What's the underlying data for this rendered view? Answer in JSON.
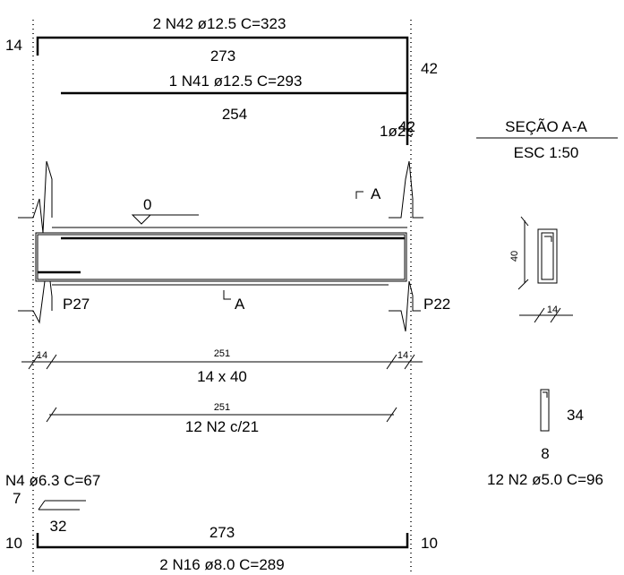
{
  "top_bar": {
    "label": "2 N42 ø12.5  C=323",
    "length": "273",
    "left_hook": "14",
    "right_hook": "42"
  },
  "mid_bar": {
    "label": "1 N41 ø12.5  C=293",
    "length": "254",
    "right_hook": "42",
    "marker": "1ø2c"
  },
  "section": {
    "title": "SEÇÃO A-A",
    "scale": "ESC 1:50",
    "height_dim": "40",
    "width_dim": "14"
  },
  "elevation": {
    "level": "0",
    "cut_left": "A",
    "cut_bottom": "A",
    "support_left": "P27",
    "support_right": "P22"
  },
  "dims": {
    "left_support": "14",
    "span": "251",
    "right_support": "14",
    "beam_size": "14 x 40",
    "stirrup_span": "251",
    "stirrup_spacing": "12 N2 c/21"
  },
  "stirrup_detail": {
    "height": "34",
    "width": "8",
    "label": "12 N2 ø5.0  C=96"
  },
  "n4_bar": {
    "label": "N4 ø6.3  C=67",
    "hook": "7",
    "length": "32"
  },
  "bottom_bar": {
    "label": "2 N16 ø8.0  C=289",
    "length": "273",
    "left_hook": "10",
    "right_hook": "10"
  }
}
